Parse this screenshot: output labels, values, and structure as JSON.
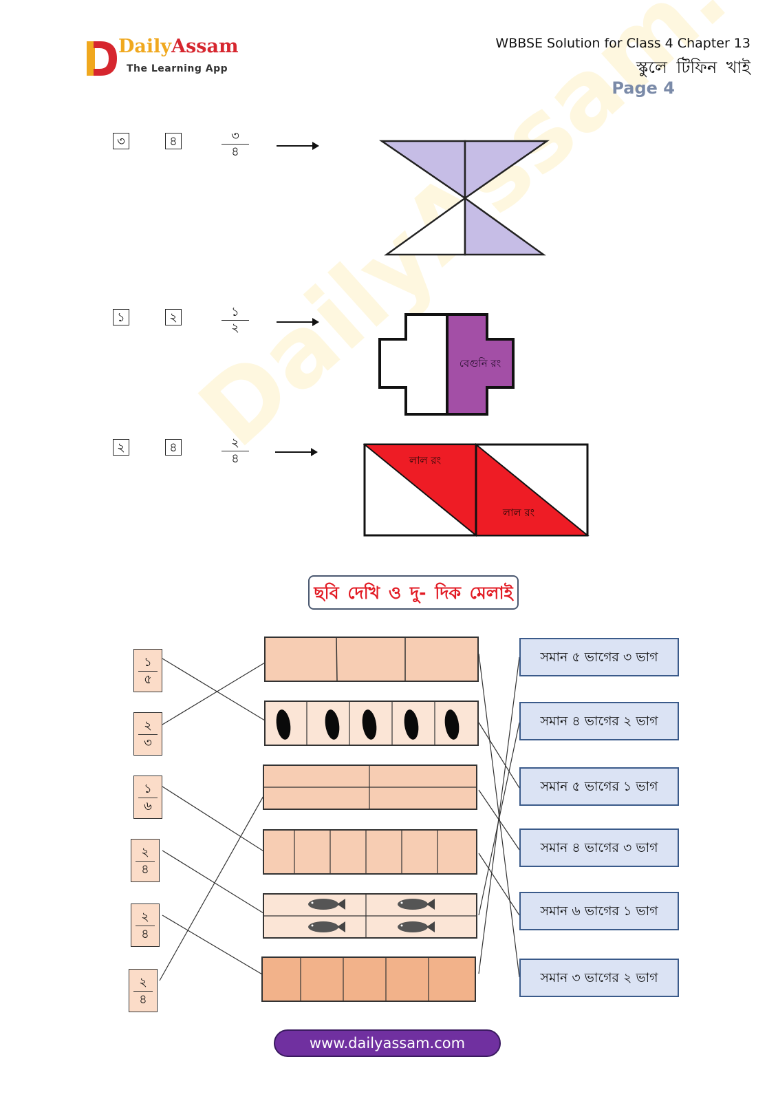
{
  "header": {
    "brand_daily": "Daily",
    "brand_assam": "Assam",
    "tagline": "The Learning App",
    "title": "WBBSE Solution for Class 4 Chapter 13",
    "subtitle": "স্কুলে টিফিন খাই",
    "page": "Page 4"
  },
  "watermark": "DailyAssam.com",
  "shading_rows": [
    {
      "numerator": "৩",
      "denominator": "৪",
      "frac_num": "৩",
      "frac_den": "৪",
      "fraction_value": 0.75
    },
    {
      "numerator": "১",
      "denominator": "২",
      "frac_num": "১",
      "frac_den": "২",
      "fraction_value": 0.5,
      "fill_label": "বেগুনি রং",
      "fill_color": "#a34fa6"
    },
    {
      "numerator": "২",
      "denominator": "৪",
      "frac_num": "২",
      "frac_den": "৪",
      "fraction_value": 0.5,
      "fill_label": "লাল রং",
      "fill_color": "#ee1c25"
    }
  ],
  "colors": {
    "hourglass_fill": "#c6bde6",
    "bar_fill": "#f7cdb3",
    "bar_fill_dark": "#f2b28a",
    "bar_fill_light": "#fbe5d6",
    "title_red": "#e21b24",
    "footer_purple": "#7030a0"
  },
  "matching": {
    "title": "ছবি দেখি ও দু- দিক  মেলাই",
    "left_fractions": [
      {
        "num": "১",
        "den": "৫"
      },
      {
        "num": "২",
        "den": "৩"
      },
      {
        "num": "১",
        "den": "৬"
      },
      {
        "num": "২",
        "den": "৪"
      },
      {
        "num": "২",
        "den": "৪"
      },
      {
        "num": "২",
        "den": "৪"
      }
    ],
    "right_labels": [
      "সমান ৫ ভাগের ৩ ভাগ",
      "সমান ৪ ভাগের ২ ভাগ",
      "সমান ৫ ভাগের ১ ভাগ",
      "সমান ৪ ভাগের ৩ ভাগ",
      "সমান ৬ ভাগের ১ ভাগ",
      "সমান ৩ ভাগের ২ ভাগ"
    ],
    "bar_icons": [
      "seed-icon",
      "fish-icon"
    ]
  },
  "footer": {
    "url": "www.dailyassam.com"
  }
}
